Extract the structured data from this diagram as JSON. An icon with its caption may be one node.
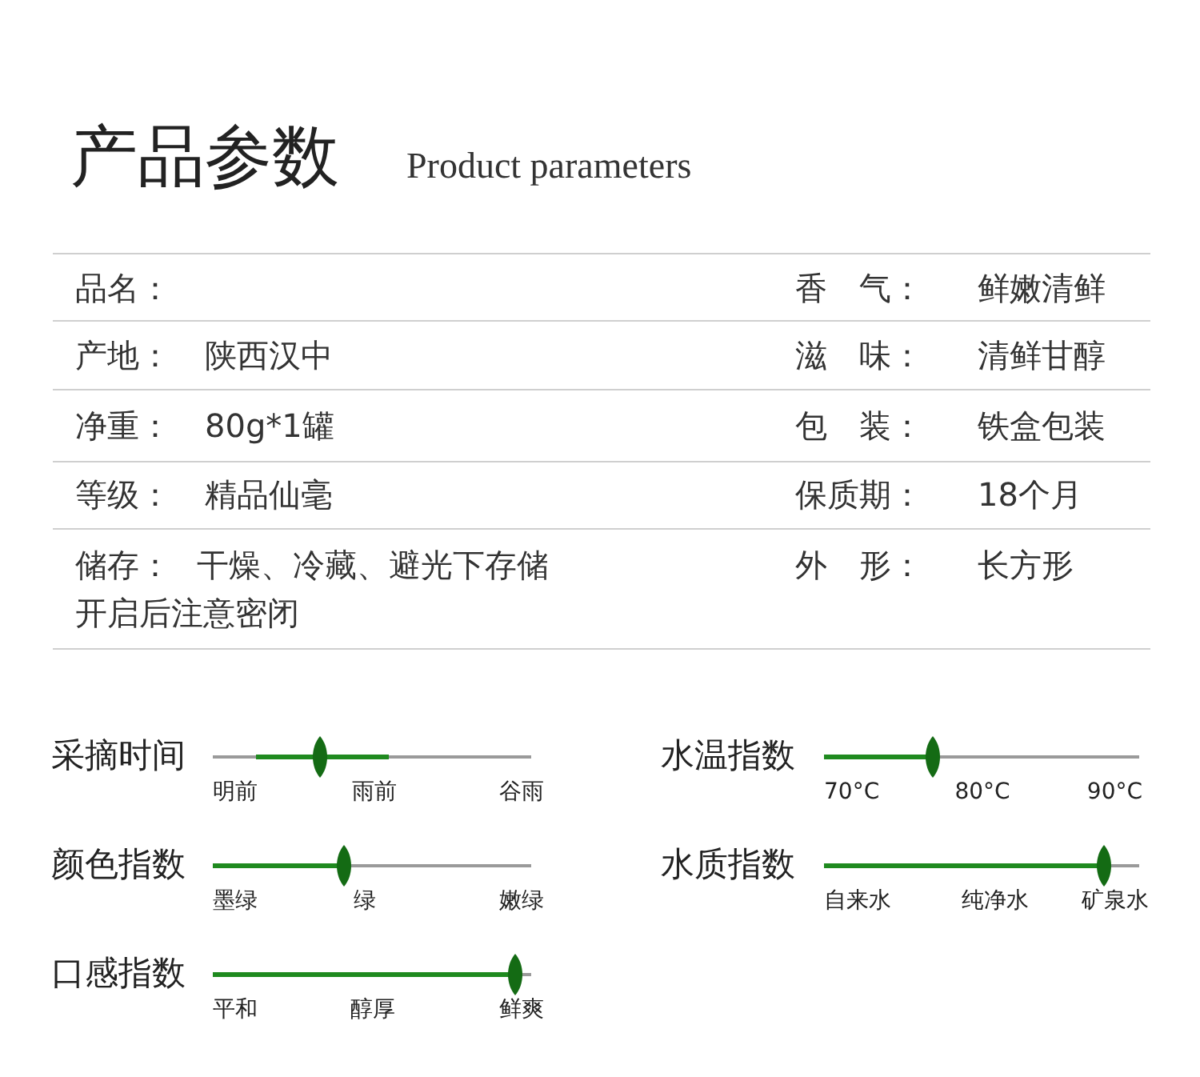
{
  "diagram": {
    "title": "产品参数",
    "labels": [
      "Product parameters",
      "品名：",
      "香　气：",
      "鲜嫩清鲜",
      "产地：",
      "陕西汉中",
      "滋　味：",
      "清鲜甘醇",
      "净重：",
      "80g*1罐",
      "包　装：",
      "铁盒包装",
      "等级：",
      "精品仙毫",
      "保质期：",
      "18个月",
      "储存：",
      "干燥、冷藏、避光下存储开启后注意密闭",
      "外　形：",
      "长方形",
      "采摘时间",
      "明前",
      "雨前",
      "谷雨",
      "水温指数",
      "70°C",
      "80°C",
      "90°C",
      "颜色指数",
      "墨绿",
      "绿",
      "嫩绿",
      "水质指数",
      "自来水",
      "纯净水",
      "矿泉水",
      "口感指数",
      "平和",
      "醇厚",
      "鲜爽"
    ]
  }
}
